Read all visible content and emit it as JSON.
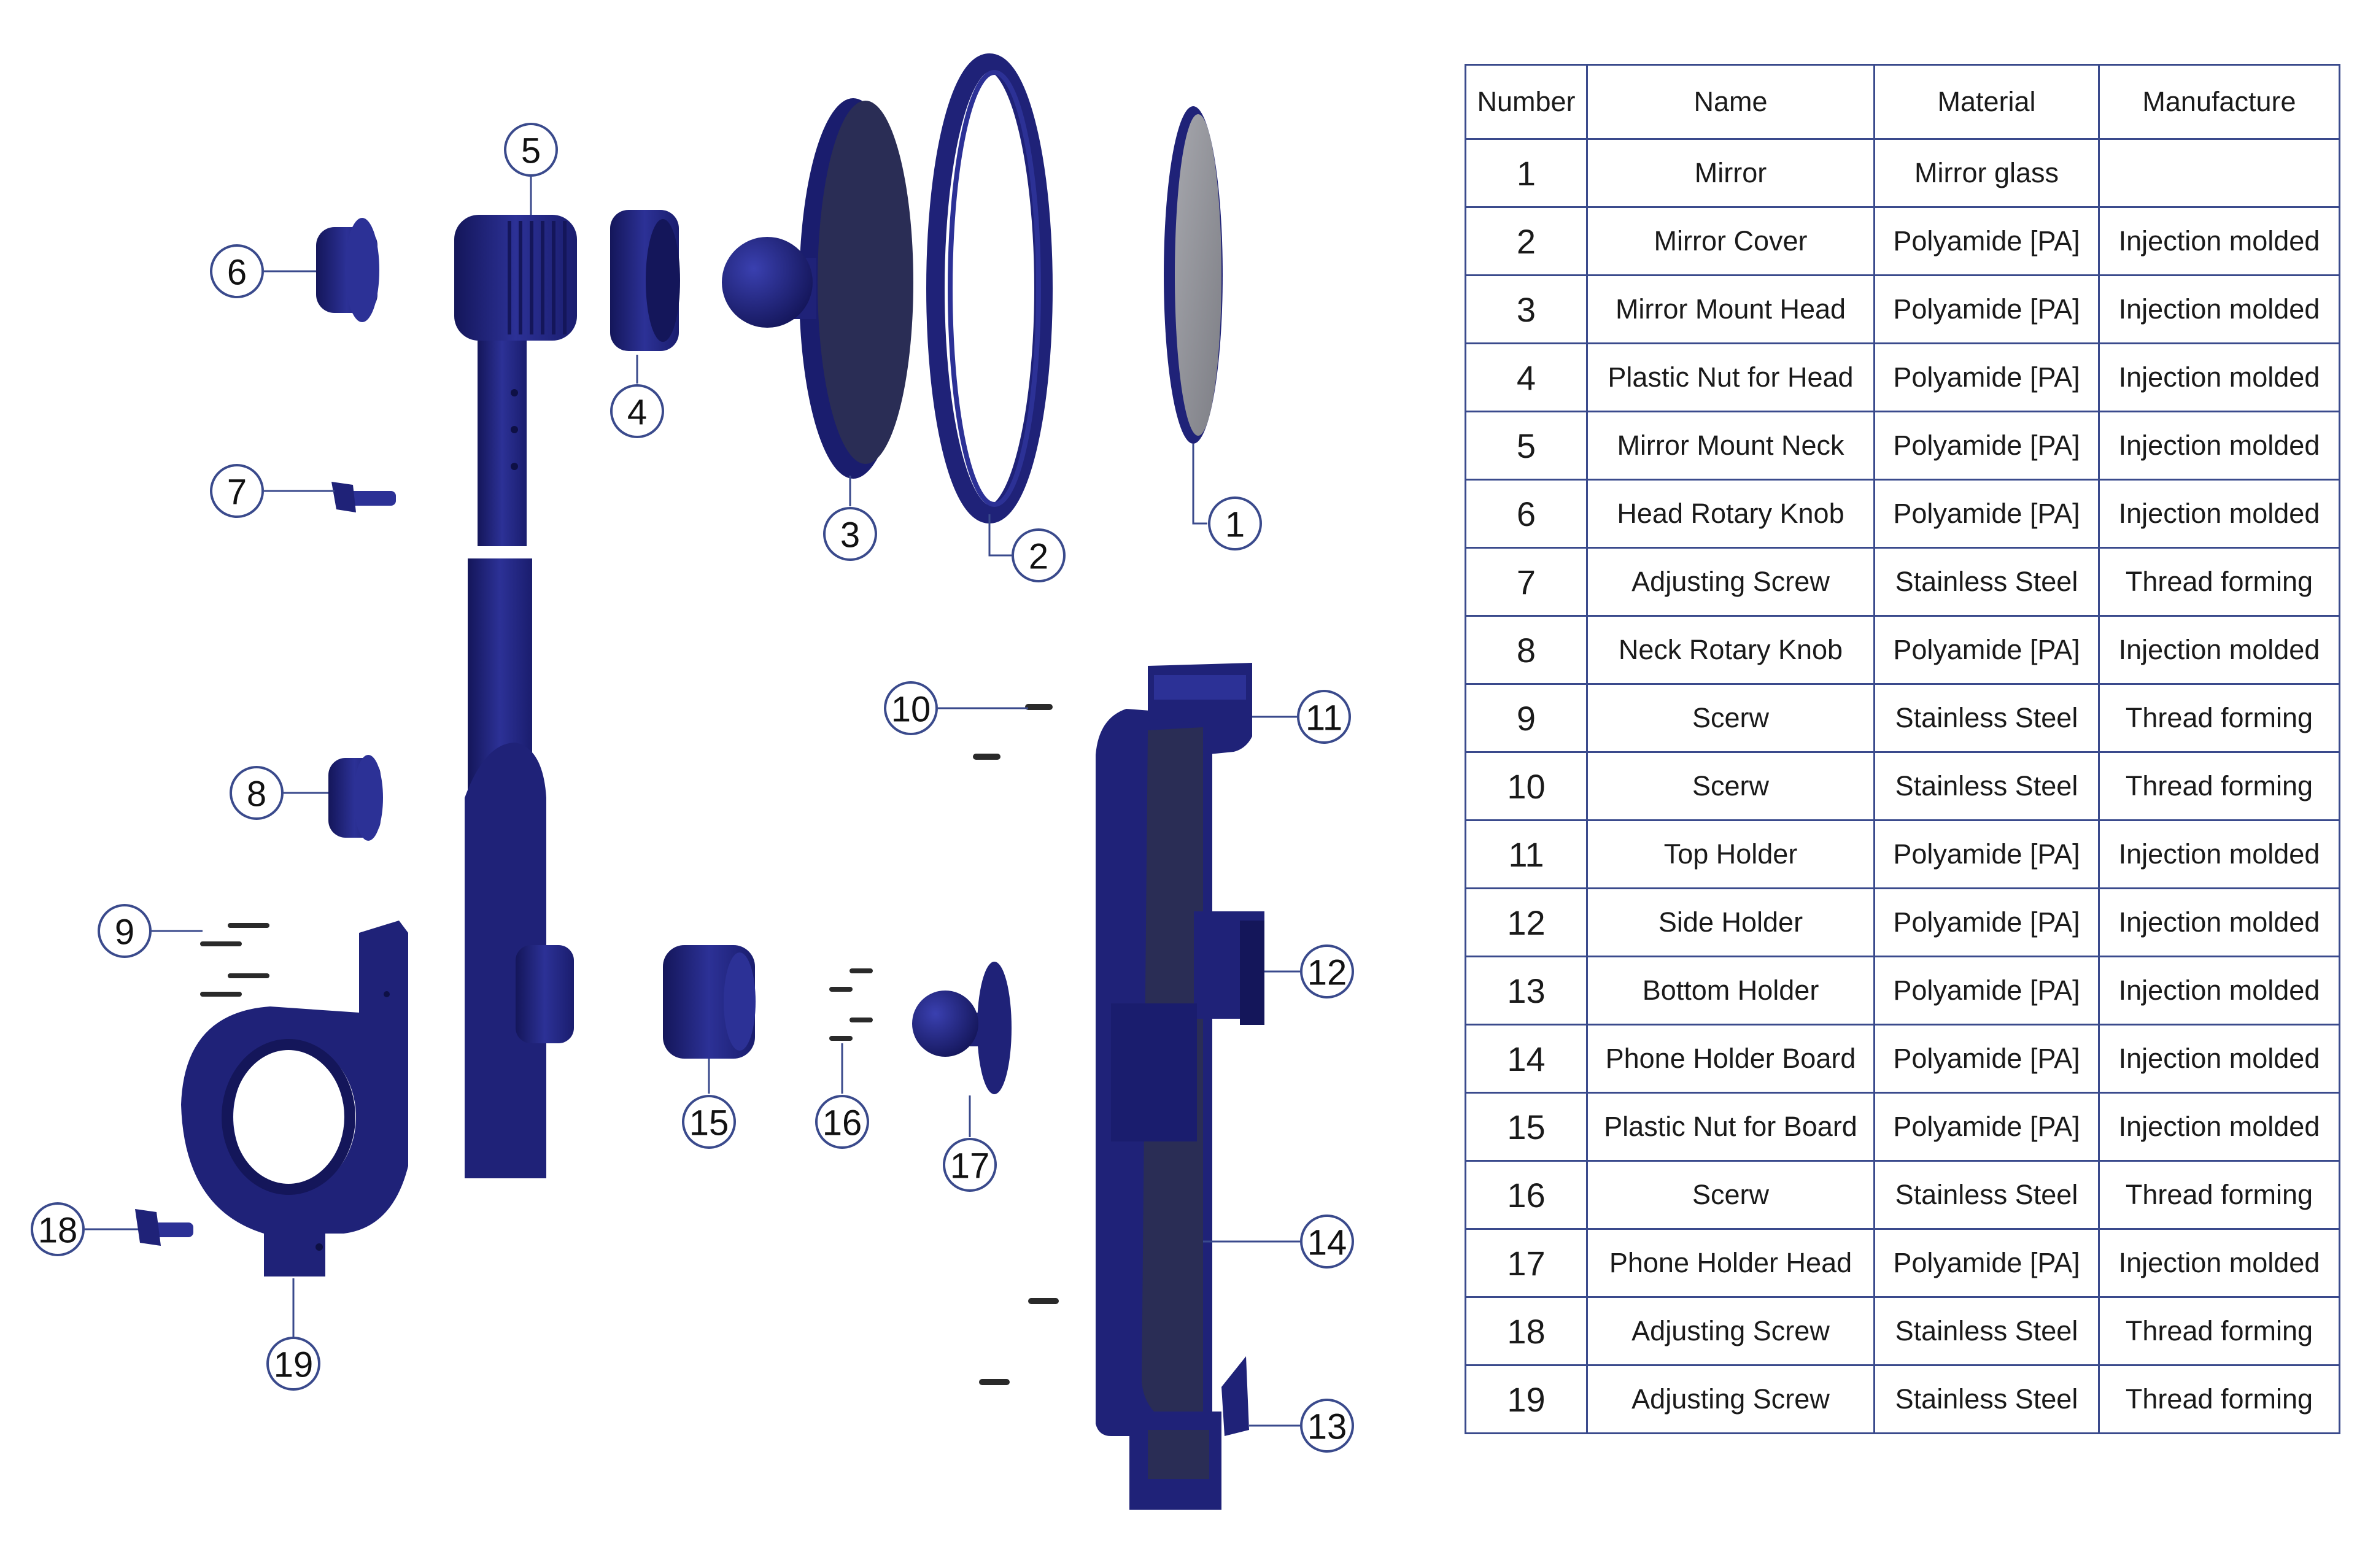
{
  "table": {
    "headers": [
      "Number",
      "Name",
      "Material",
      "Manufacture"
    ],
    "rows": [
      [
        "1",
        "Mirror",
        "Mirror glass",
        ""
      ],
      [
        "2",
        "Mirror Cover",
        "Polyamide [PA]",
        "Injection molded"
      ],
      [
        "3",
        "Mirror Mount Head",
        "Polyamide [PA]",
        "Injection molded"
      ],
      [
        "4",
        "Plastic Nut for Head",
        "Polyamide [PA]",
        "Injection molded"
      ],
      [
        "5",
        "Mirror Mount Neck",
        "Polyamide [PA]",
        "Injection molded"
      ],
      [
        "6",
        "Head Rotary Knob",
        "Polyamide [PA]",
        "Injection molded"
      ],
      [
        "7",
        "Adjusting Screw",
        "Stainless Steel",
        "Thread forming"
      ],
      [
        "8",
        "Neck Rotary Knob",
        "Polyamide [PA]",
        "Injection molded"
      ],
      [
        "9",
        "Scerw",
        "Stainless Steel",
        "Thread forming"
      ],
      [
        "10",
        "Scerw",
        "Stainless Steel",
        "Thread forming"
      ],
      [
        "11",
        "Top Holder",
        "Polyamide [PA]",
        "Injection molded"
      ],
      [
        "12",
        "Side Holder",
        "Polyamide [PA]",
        "Injection molded"
      ],
      [
        "13",
        "Bottom Holder",
        "Polyamide [PA]",
        "Injection molded"
      ],
      [
        "14",
        "Phone Holder Board",
        "Polyamide [PA]",
        "Injection molded"
      ],
      [
        "15",
        "Plastic Nut for Board",
        "Polyamide [PA]",
        "Injection molded"
      ],
      [
        "16",
        "Scerw",
        "Stainless Steel",
        "Thread forming"
      ],
      [
        "17",
        "Phone Holder Head",
        "Polyamide [PA]",
        "Injection molded"
      ],
      [
        "18",
        "Adjusting Screw",
        "Stainless Steel",
        "Thread forming"
      ],
      [
        "19",
        "Adjusting Screw",
        "Stainless Steel",
        "Thread forming"
      ]
    ]
  },
  "callouts": [
    "1",
    "2",
    "3",
    "4",
    "5",
    "6",
    "7",
    "8",
    "9",
    "10",
    "11",
    "12",
    "13",
    "14",
    "15",
    "16",
    "17",
    "18",
    "19"
  ],
  "colors": {
    "part": "#1f2278",
    "part_light": "#2c3196",
    "part_dark": "#14165a",
    "mirror_glass": "#8e8f96",
    "screw": "#2a2a2a",
    "line": "#3a4a8c"
  }
}
